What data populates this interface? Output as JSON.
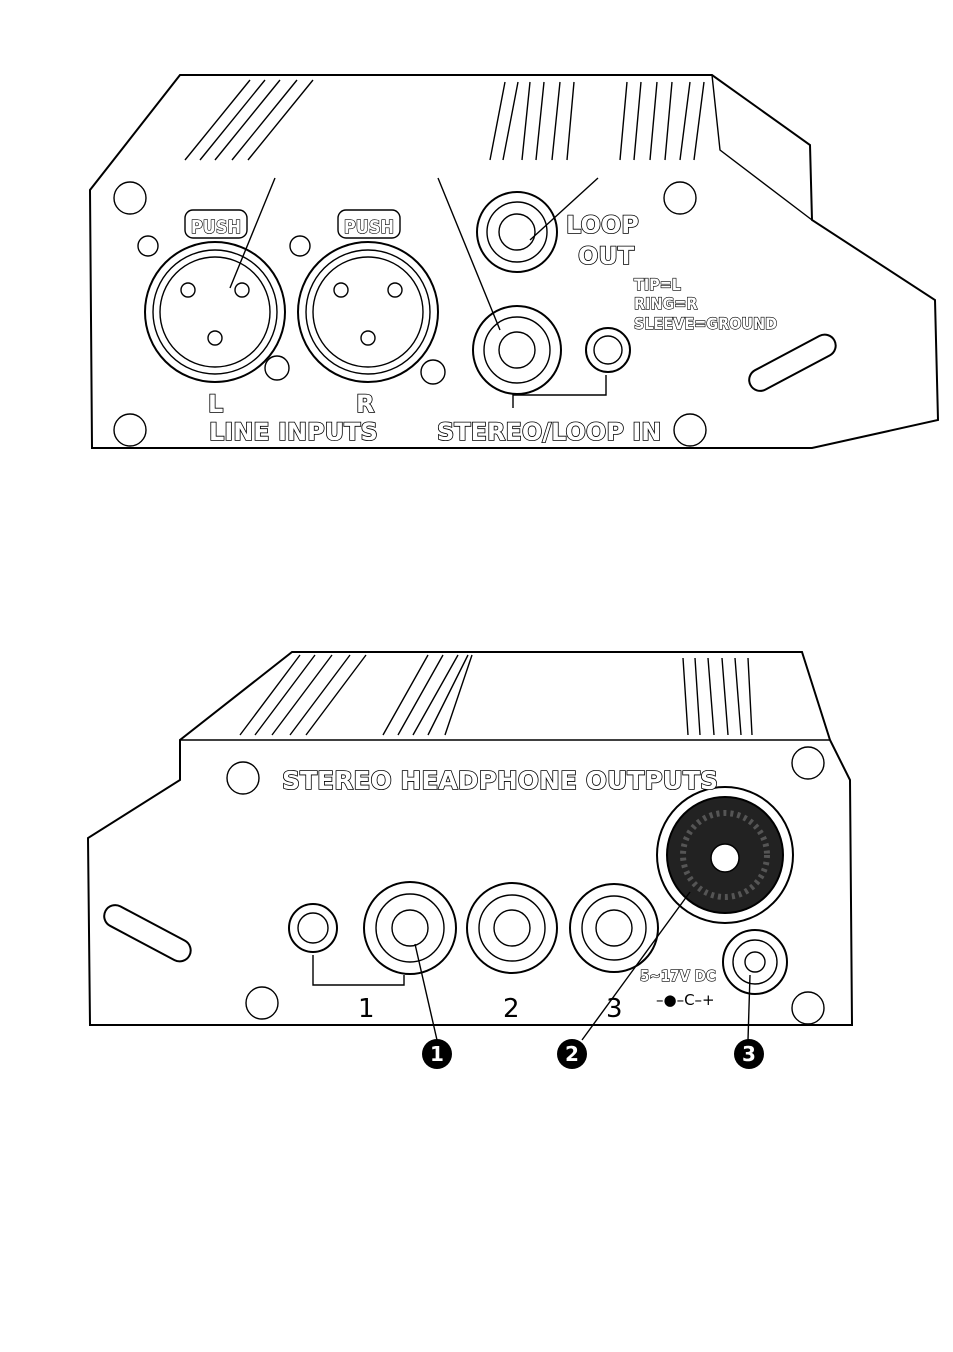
{
  "top_panel": {
    "loop_out_line1": "LOOP",
    "loop_out_line2": "OUT",
    "wiring_tip": "TIP=L",
    "wiring_ring": "RING=R",
    "wiring_sleeve": "SLEEVE=GROUND",
    "xlr_push_label": "PUSH",
    "channel_left": "L",
    "channel_right": "R",
    "line_inputs_label": "LINE INPUTS",
    "stereo_loop_in_label": "STEREO/LOOP IN"
  },
  "bottom_panel": {
    "title": "STEREO HEADPHONE OUTPUTS",
    "output_1": "1",
    "output_2": "2",
    "output_3": "3",
    "power_rating": "5~17V DC",
    "polarity_symbol": "–●–C–+",
    "callouts": [
      {
        "number": "1"
      },
      {
        "number": "2"
      },
      {
        "number": "3"
      }
    ]
  }
}
